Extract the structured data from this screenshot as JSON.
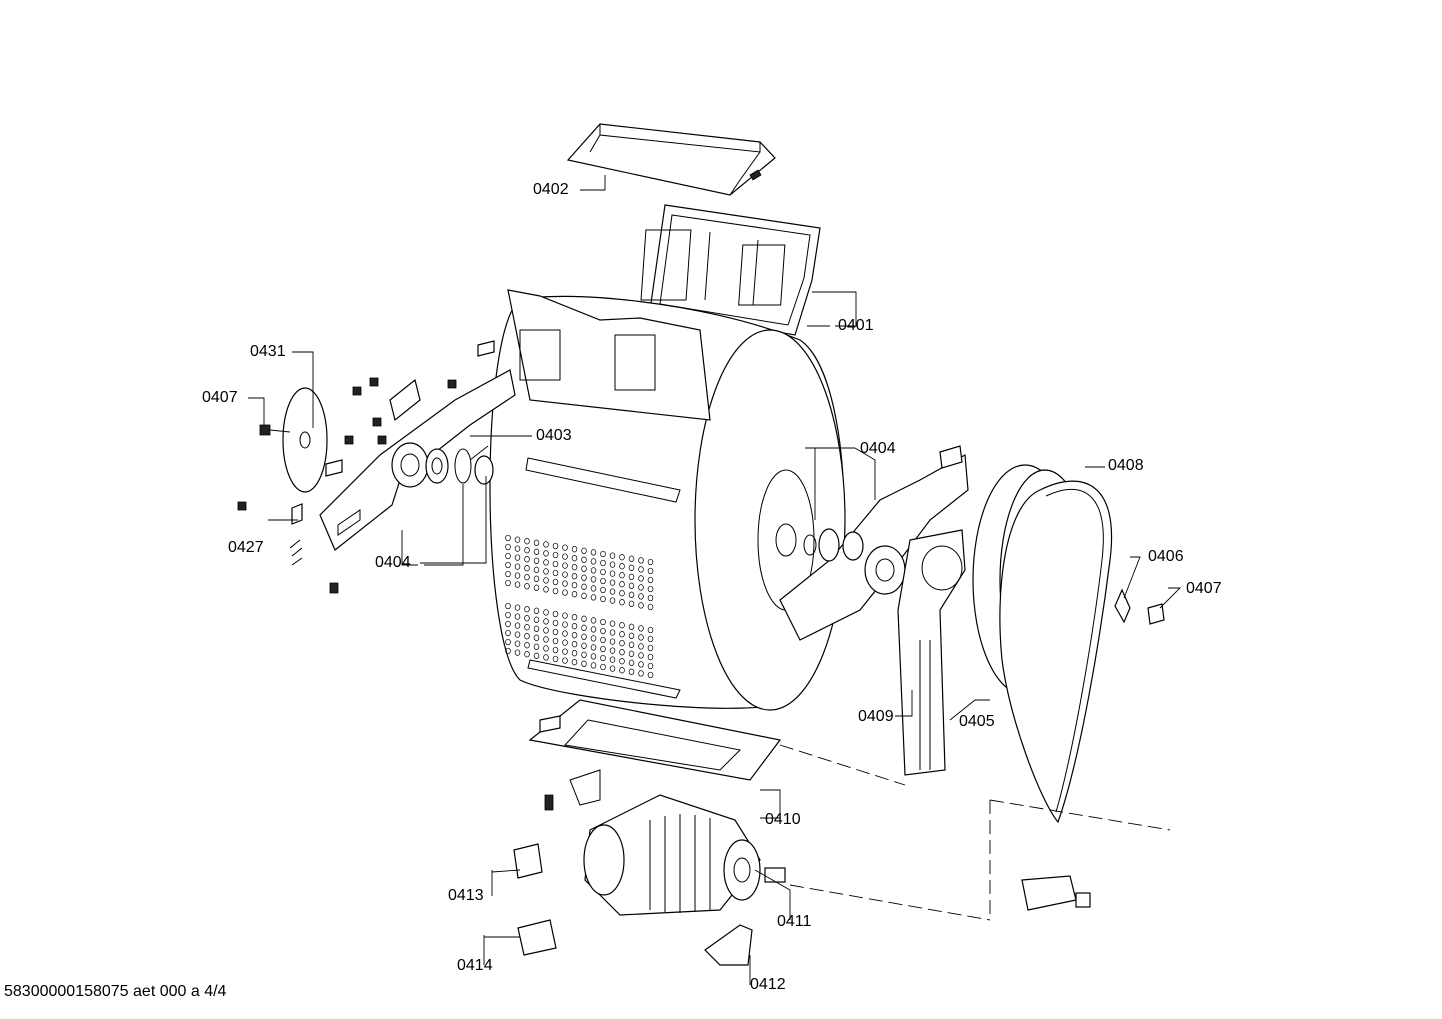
{
  "callouts": {
    "p0401": "0401",
    "p0402": "0402",
    "p0403": "0403",
    "p0404a": "0404",
    "p0404b": "0404",
    "p0405": "0405",
    "p0406": "0406",
    "p0407a": "0407",
    "p0407b": "0407",
    "p0408": "0408",
    "p0409": "0409",
    "p0410": "0410",
    "p0411": "0411",
    "p0412": "0412",
    "p0413": "0413",
    "p0414": "0414",
    "p0427": "0427",
    "p0431": "0431"
  },
  "footer": "58300000158075 aet 000 a 4/4"
}
